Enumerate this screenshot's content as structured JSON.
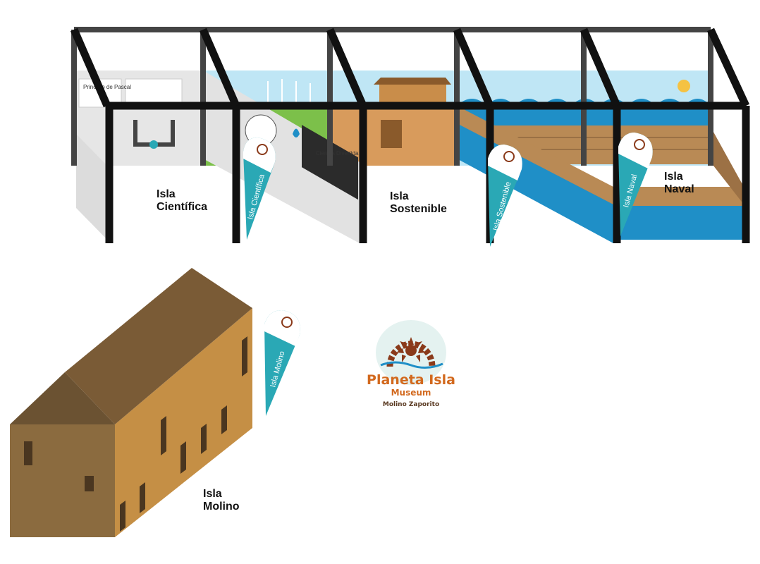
{
  "zones": [
    {
      "id": "cientifica",
      "line1": "Isla",
      "line2": "Científica"
    },
    {
      "id": "sostenible",
      "line1": "Isla",
      "line2": "Sostenible"
    },
    {
      "id": "naval",
      "line1": "Isla",
      "line2": "Naval"
    },
    {
      "id": "molino",
      "line1": "Isla",
      "line2": "Molino"
    }
  ],
  "flags": [
    {
      "id": "cientifica",
      "text": "Isla Científica"
    },
    {
      "id": "sostenible",
      "text": "Isla Sostenible"
    },
    {
      "id": "naval",
      "text": "Isla Naval"
    },
    {
      "id": "molino",
      "text": "Isla Molino"
    }
  ],
  "panel_texts": {
    "pascal": "Principio de Pascal",
    "ciencia": "Ciencia Divertida"
  },
  "logo": {
    "title": "Planeta Isla",
    "subtitle": "Museum",
    "place": "Molino Zaporito"
  },
  "colors": {
    "frame": "#111111",
    "roof_frame": "#444444",
    "sky": "#bfe6f5",
    "sea": "#1f8fc7",
    "wood": "#b98a55",
    "building_front": "#8b6b3f",
    "building_side": "#c58f45",
    "building_roof": "#7a5b36",
    "flag": "#2aa8b5",
    "logo_orange": "#d2691e"
  }
}
